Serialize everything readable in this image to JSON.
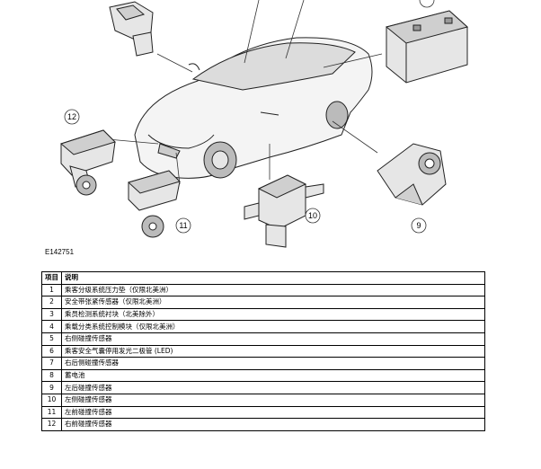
{
  "figure": {
    "id": "E142751",
    "callouts": [
      "9",
      "10",
      "11",
      "12"
    ]
  },
  "table": {
    "headers": [
      "项目",
      "说明"
    ],
    "rows": [
      {
        "num": "1",
        "desc": "乘客分级系统压力垫（仅限北美洲）"
      },
      {
        "num": "2",
        "desc": "安全带张紧传感器（仅限北美洲）"
      },
      {
        "num": "3",
        "desc": "乘员检测系统衬块（北美除外）"
      },
      {
        "num": "4",
        "desc": "乘载分类系统控制模块（仅限北美洲）"
      },
      {
        "num": "5",
        "desc": "右侧碰撞传感器"
      },
      {
        "num": "6",
        "desc": "乘客安全气囊停用发光二极管 (LED)"
      },
      {
        "num": "7",
        "desc": "右后侧碰撞传感器"
      },
      {
        "num": "8",
        "desc": "蓄电池"
      },
      {
        "num": "9",
        "desc": "左后碰撞传感器"
      },
      {
        "num": "10",
        "desc": "左侧碰撞传感器"
      },
      {
        "num": "11",
        "desc": "左前碰撞传感器"
      },
      {
        "num": "12",
        "desc": "右前碰撞传感器"
      }
    ]
  }
}
